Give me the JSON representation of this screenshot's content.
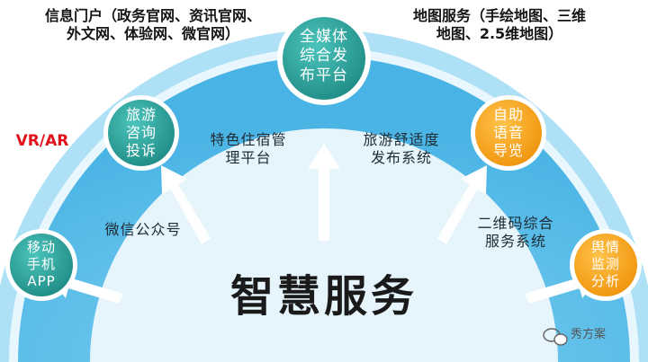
{
  "title": "智慧服务",
  "top_left_caption_line1": "信息门户（政务官网、资讯官网、",
  "top_left_caption_line2": "外文网、体验网、微官网）",
  "top_right_caption_line1": "地图服务（手绘地图、三维",
  "top_right_caption_line2": "地图、2.5维地图）",
  "vr_label": "VR/AR",
  "watermark": "秀方案",
  "nodes": {
    "center": [
      "全媒体",
      "综合发",
      "布平台"
    ],
    "tourism_consult": [
      "旅游",
      "咨询",
      "投诉"
    ],
    "mobile_app": [
      "移动",
      "手机",
      "APP"
    ],
    "self_guide": [
      "自助",
      "语音",
      "导览"
    ],
    "public_opinion": [
      "舆情",
      "监测",
      "分析"
    ]
  },
  "band_labels": {
    "accommodation": [
      "特色住宿管",
      "理平台"
    ],
    "comfort": [
      "旅游舒适度",
      "发布系统"
    ],
    "wechat": "微信公众号",
    "qrcode": [
      "二维码综合",
      "服务系统"
    ]
  },
  "colors": {
    "arc_outer": "#a8dff7",
    "arc_mid": "#5bbfeb",
    "arc_inner": "#dff2fb",
    "node_teal": "#2fa39c",
    "node_orange": "#f5a317",
    "arrow_white": "#ffffff"
  }
}
